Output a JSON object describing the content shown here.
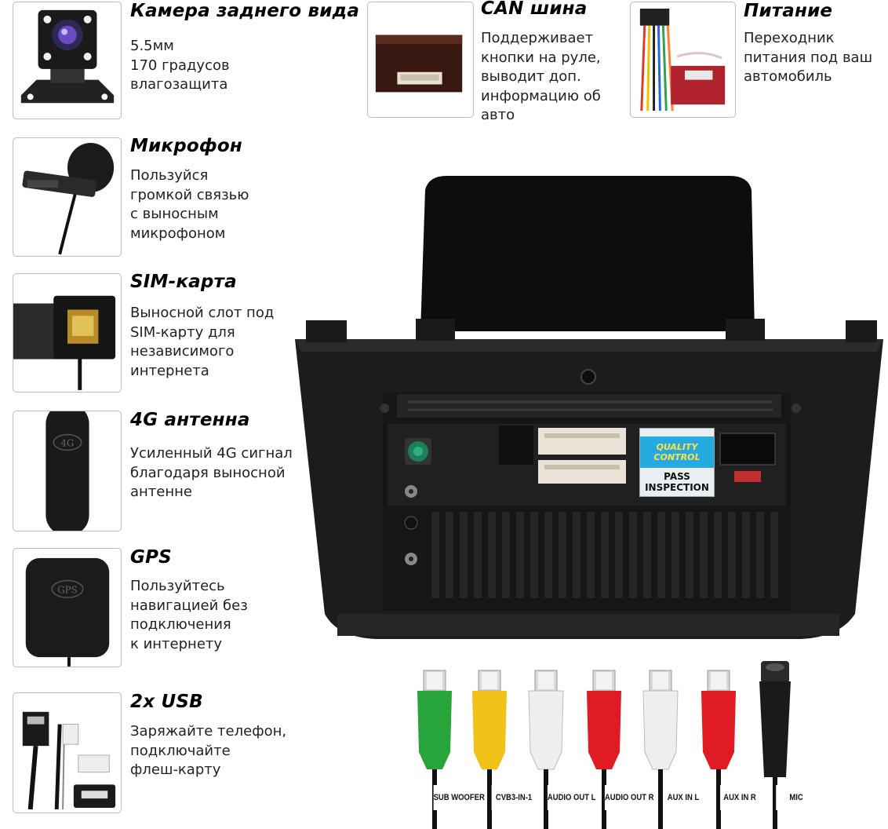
{
  "features": [
    {
      "title": "Камера заднего вида",
      "desc": "5.5мм\n170 градусов\nвлагозащита",
      "icon": "camera-icon"
    },
    {
      "title": "CAN шина",
      "desc": "Поддерживает\nкнопки на руле,\nвыводит доп.\nинформацию об\nавто",
      "icon": "can-bus-icon"
    },
    {
      "title": "Питание",
      "desc": "Переходник\nпитания под ваш\nавтомобиль",
      "icon": "power-harness-icon"
    },
    {
      "title": "Микрофон",
      "desc": "Пользуйся\nгромкой связью\nс выносным\nмикрофоном",
      "icon": "microphone-icon"
    },
    {
      "title": "SIM-карта",
      "desc": "Выносной слот под\nSIM-карту для\nнезависимого\nинтернета",
      "icon": "sim-slot-icon"
    },
    {
      "title": "4G антенна",
      "desc": "Усиленный 4G сигнал\nблагодаря выносной\nантенне",
      "icon": "antenna-4g-icon"
    },
    {
      "title": "GPS",
      "desc": "Пользуйтесь\nнавигацией без\nподключения\nк интернету",
      "icon": "gps-icon"
    },
    {
      "title": "2x USB",
      "desc": "Заряжайте телефон,\nподключайте\nфлеш-карту",
      "icon": "usb-icon"
    }
  ],
  "sticker": {
    "line1": "QUALITY",
    "line2": "CONTROL",
    "line3": "PASS",
    "line4": "INSPECTION"
  },
  "icon_labels": {
    "antenna": "4G",
    "gps": "GPS"
  },
  "rca_connectors": [
    {
      "label": "SUB WOOFER",
      "color": "#27a43a"
    },
    {
      "label": "CVB3-IN-1",
      "color": "#f3c21a"
    },
    {
      "label": "AUDIO OUT L",
      "color": "#eeeeee"
    },
    {
      "label": "AUDIO OUT R",
      "color": "#e01b24"
    },
    {
      "label": "AUX IN L",
      "color": "#eeeeee"
    },
    {
      "label": "AUX IN R",
      "color": "#e01b24"
    },
    {
      "label": "MIC",
      "color": "#1a1a1a"
    }
  ]
}
